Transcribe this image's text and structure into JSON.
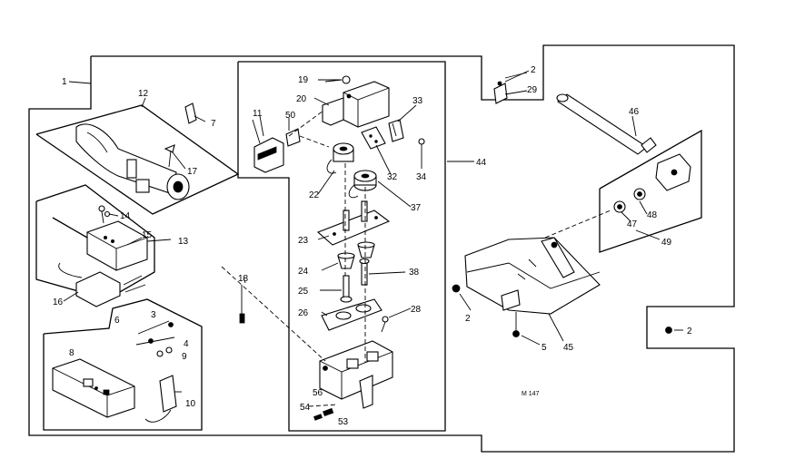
{
  "callouts": {
    "c1": "1",
    "c2a": "2",
    "c2b": "2",
    "c2c": "2",
    "c3": "3",
    "c4": "4",
    "c5": "5",
    "c6": "6",
    "c7": "7",
    "c8": "8",
    "c9": "9",
    "c10": "10",
    "c11": "11",
    "c12": "12",
    "c13": "13",
    "c14": "14",
    "c15": "15",
    "c16": "16",
    "c17": "17",
    "c18": "18",
    "c19": "19",
    "c20": "20",
    "c22": "22",
    "c23": "23",
    "c24": "24",
    "c25": "25",
    "c26": "26",
    "c28": "28",
    "c29": "29",
    "c32": "32",
    "c33": "33",
    "c34": "34",
    "c37": "37",
    "c38": "38",
    "c44": "44",
    "c45": "45",
    "c46": "46",
    "c47": "47",
    "c48": "48",
    "c49": "49",
    "c50": "50",
    "c53": "53",
    "c54": "54",
    "c56": "56"
  },
  "code": "M 147"
}
